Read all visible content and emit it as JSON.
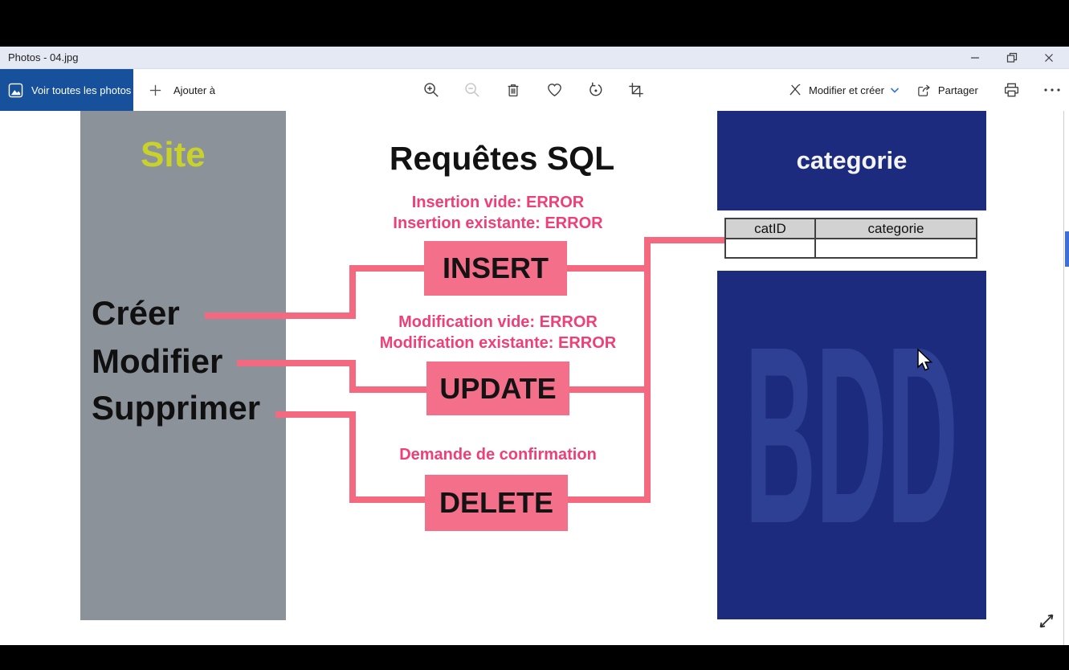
{
  "titlebar": {
    "title": "Photos - 04.jpg"
  },
  "toolbar": {
    "see_all_photos": "Voir toutes les photos",
    "add_to": "Ajouter à",
    "edit_create": "Modifier et créer",
    "share": "Partager"
  },
  "diagram": {
    "site": {
      "title": "Site",
      "actions": [
        "Créer",
        "Modifier",
        "Supprimer"
      ]
    },
    "sql": {
      "title": "Requêtes SQL",
      "insert": {
        "notes": [
          "Insertion vide: ERROR",
          "Insertion existante: ERROR"
        ],
        "label": "INSERT"
      },
      "update": {
        "notes": [
          "Modification vide: ERROR",
          "Modification existante: ERROR"
        ],
        "label": "UPDATE"
      },
      "delete": {
        "notes": [
          "Demande de confirmation"
        ],
        "label": "DELETE"
      }
    },
    "database": {
      "entity_title": "categorie",
      "table": {
        "headers": [
          "catID",
          "categorie"
        ],
        "rows": [
          [
            "",
            ""
          ]
        ]
      },
      "bdd_label": "BDD"
    }
  },
  "colors": {
    "accent_blue": "#17519c",
    "navy_panel": "#1c2b7d",
    "bdd_text": "#2e4093",
    "pink_fill": "#f4708a",
    "pink_line": "#f4697f",
    "pink_text": "#ee4077",
    "site_panel_gray": "#8b929a",
    "site_title_yellow": "#c9d22b",
    "titlebar_bg": "#e5e9f4",
    "scrollbar_thumb_blue": "#3e6fd6"
  },
  "icons": {
    "photos_app": "image-frame",
    "add": "plus",
    "zoom_in": "magnifier-plus",
    "zoom_out": "magnifier-minus",
    "delete": "trashcan",
    "favorite": "heart-outline",
    "rotate": "rotate-ccw-arrow",
    "crop": "crop-frame",
    "edit_create": "crossed-pencils",
    "dropdown": "chevron-down",
    "share": "share-arrow",
    "print": "printer",
    "more": "ellipsis-dots",
    "minimize": "dash",
    "restore": "overlapping-squares",
    "close": "x-cross",
    "resize": "diagonal-double-arrow",
    "cursor": "mouse-pointer"
  }
}
